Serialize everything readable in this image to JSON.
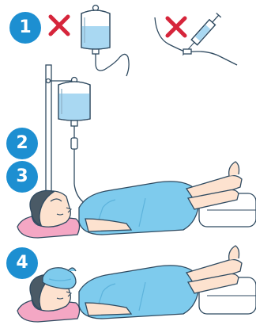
{
  "steps": [
    {
      "label": "1"
    },
    {
      "label": "2"
    },
    {
      "label": "3"
    },
    {
      "label": "4"
    }
  ],
  "icons": {
    "iv_bag": "iv-bag-icon",
    "syringe": "syringe-icon",
    "cross": "cross-icon",
    "ice_pack": "ice-pack-icon"
  },
  "colors": {
    "step_badge": "#1d8fd1",
    "cross": "#d6253b",
    "gown": "#7ecbed",
    "gown_shade": "#5db3dc",
    "fluid": "#a9d8f2",
    "skin": "#fde2cf",
    "hair": "#4a5a66",
    "pillow": "#f4a7c4",
    "outline": "#2f4a60"
  }
}
